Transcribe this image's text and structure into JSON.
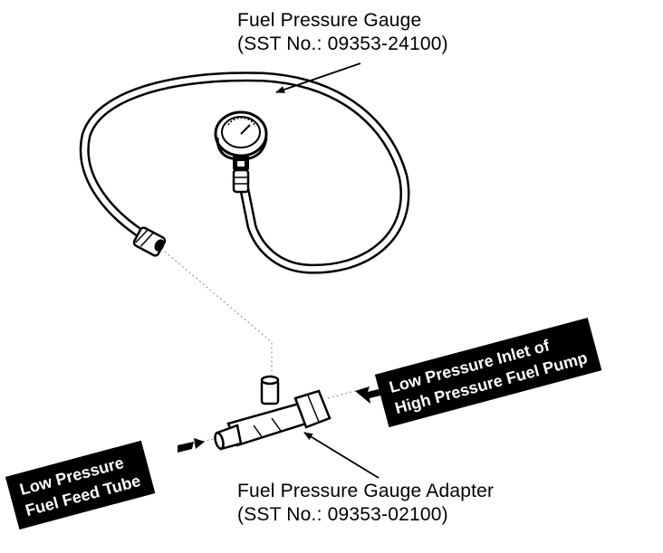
{
  "labels": {
    "gauge_name": "Fuel Pressure Gauge",
    "gauge_sst": "(SST No.: 09353-24100)",
    "adapter_name": "Fuel Pressure Gauge Adapter",
    "adapter_sst": "(SST No.: 09353-02100)"
  },
  "tags": {
    "inlet_line1": "Low Pressure Inlet of",
    "inlet_line2": "High Pressure Fuel Pump",
    "feed_line1": "Low Pressure",
    "feed_line2": "Fuel Feed Tube"
  },
  "colors": {
    "ink": "#000000",
    "paper": "#ffffff",
    "shade": "#9a9a9a"
  }
}
